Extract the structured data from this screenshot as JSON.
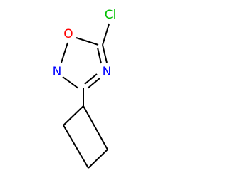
{
  "colors": {
    "background": "#ffffff",
    "bond": "#000000",
    "oxygen": "#ff0000",
    "nitrogen": "#0000ff",
    "chlorine": "#00c000"
  },
  "atoms": {
    "cl": "Cl",
    "o": "O",
    "n_left": "N",
    "n_right": "N"
  }
}
